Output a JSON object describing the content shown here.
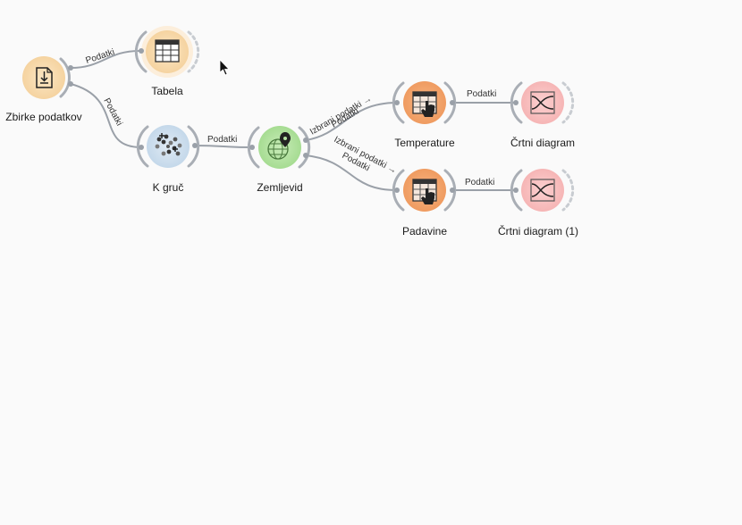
{
  "canvas": {
    "nodes": {
      "zbirke_podatkov": {
        "label": "Zbirke podatkov",
        "icon": "dataset-download-icon"
      },
      "tabela": {
        "label": "Tabela",
        "icon": "table-icon"
      },
      "k_gruc": {
        "label": "K gruč",
        "icon": "kmeans-cluster-icon"
      },
      "zemljevid": {
        "label": "Zemljevid",
        "icon": "map-globe-icon"
      },
      "temperature": {
        "label": "Temperature",
        "icon": "select-rows-icon"
      },
      "padavine": {
        "label": "Padavine",
        "icon": "select-rows-icon"
      },
      "crtni_diagram": {
        "label": "Črtni diagram",
        "icon": "line-plot-icon"
      },
      "crtni_diagram_1": {
        "label": "Črtni diagram (1)",
        "icon": "line-plot-icon"
      }
    },
    "links": {
      "zbirke_tabela": "Podatki",
      "zbirke_kgruc": "Podatki",
      "kgruc_zemljevid": "Podatki",
      "zemljevid_temperature_1": "Izbrani podatki →",
      "zemljevid_temperature_2": "Podatki",
      "zemljevid_padavine_1": "Izbrani podatki →",
      "zemljevid_padavine_2": "Podatki",
      "temperature_crtni": "Podatki",
      "padavine_crtni1": "Podatki"
    },
    "colors": {
      "data_orange": "#f9dfb2",
      "table_orange": "#fbd7a6",
      "cluster_blue": "#cfe0ee",
      "map_green": "#b6e3a4",
      "select_orange": "#f2a56d",
      "plot_pink": "#f9c2c2",
      "link_gray": "#9aa0a8"
    }
  }
}
